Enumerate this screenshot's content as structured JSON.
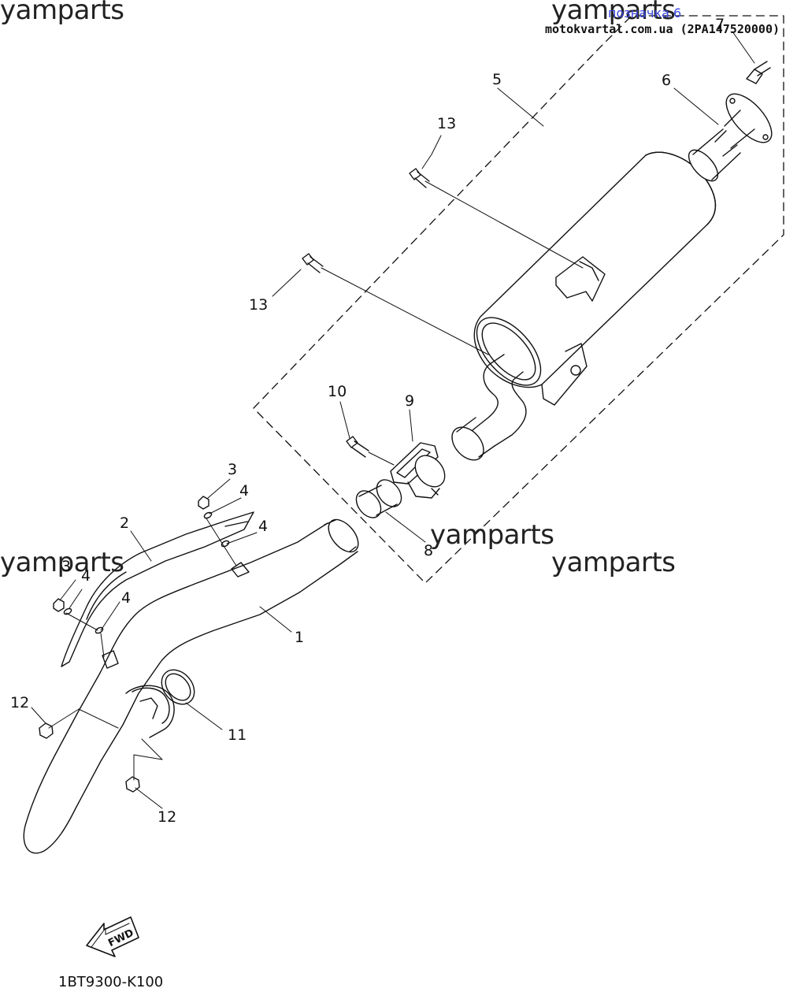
{
  "watermarks": [
    "yamparts",
    "yamparts",
    "yamparts",
    "yamparts",
    "yamparts"
  ],
  "reference_link": "позначка 6",
  "source_text": "motokvartal.com.ua (2PA147520000)",
  "callouts": {
    "n1": "1",
    "n2": "2",
    "n3a": "3",
    "n3b": "3",
    "n4a": "4",
    "n4b": "4",
    "n4c": "4",
    "n4d": "4",
    "n5": "5",
    "n6": "6",
    "n7": "7",
    "n8": "8",
    "n9": "9",
    "n10": "10",
    "n11": "11",
    "n12a": "12",
    "n12b": "12",
    "n13a": "13",
    "n13b": "13"
  },
  "fwd_label": "FWD",
  "diagram_code": "1BT9300-K100"
}
